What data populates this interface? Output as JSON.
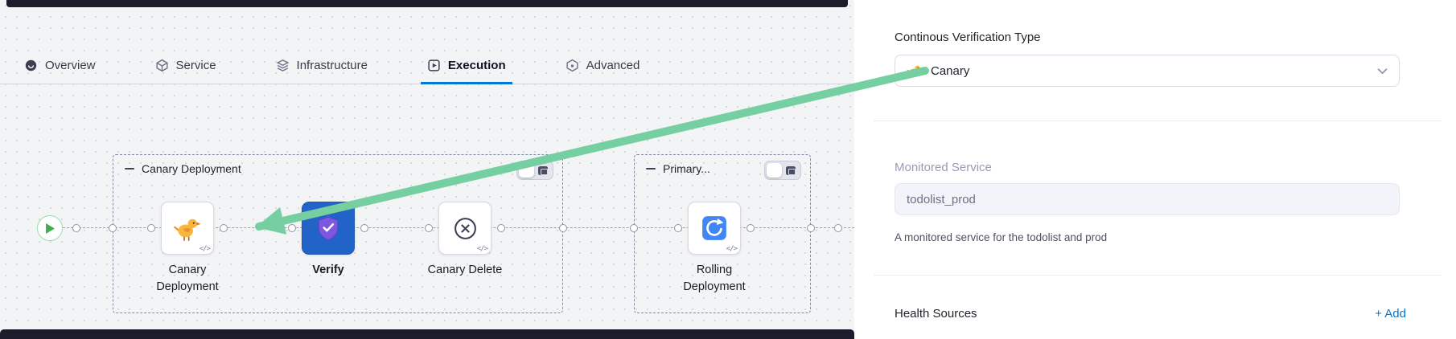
{
  "tabs": [
    {
      "label": "Overview"
    },
    {
      "label": "Service"
    },
    {
      "label": "Infrastructure"
    },
    {
      "label": "Execution"
    },
    {
      "label": "Advanced"
    }
  ],
  "canvas": {
    "groups": [
      {
        "label": "Canary Deployment"
      },
      {
        "label": "Primary..."
      }
    ],
    "steps": [
      {
        "label": "Canary Deployment"
      },
      {
        "label": "Verify"
      },
      {
        "label": "Canary Delete"
      },
      {
        "label": "Rolling Deployment"
      }
    ],
    "code_badge": "</>"
  },
  "panel": {
    "cv_type": {
      "label": "Continous Verification Type",
      "value": "Canary"
    },
    "monitored_service": {
      "label": "Monitored Service",
      "value": "todolist_prod",
      "help": "A monitored service for the todolist and prod"
    },
    "health_sources": {
      "label": "Health Sources",
      "add_label": "+ Add"
    }
  },
  "colors": {
    "accent_blue": "#0278d5",
    "arrow_green": "#75cfa1",
    "selected_step_blue": "#2163c6",
    "canary_orange": "#f6b73c"
  }
}
